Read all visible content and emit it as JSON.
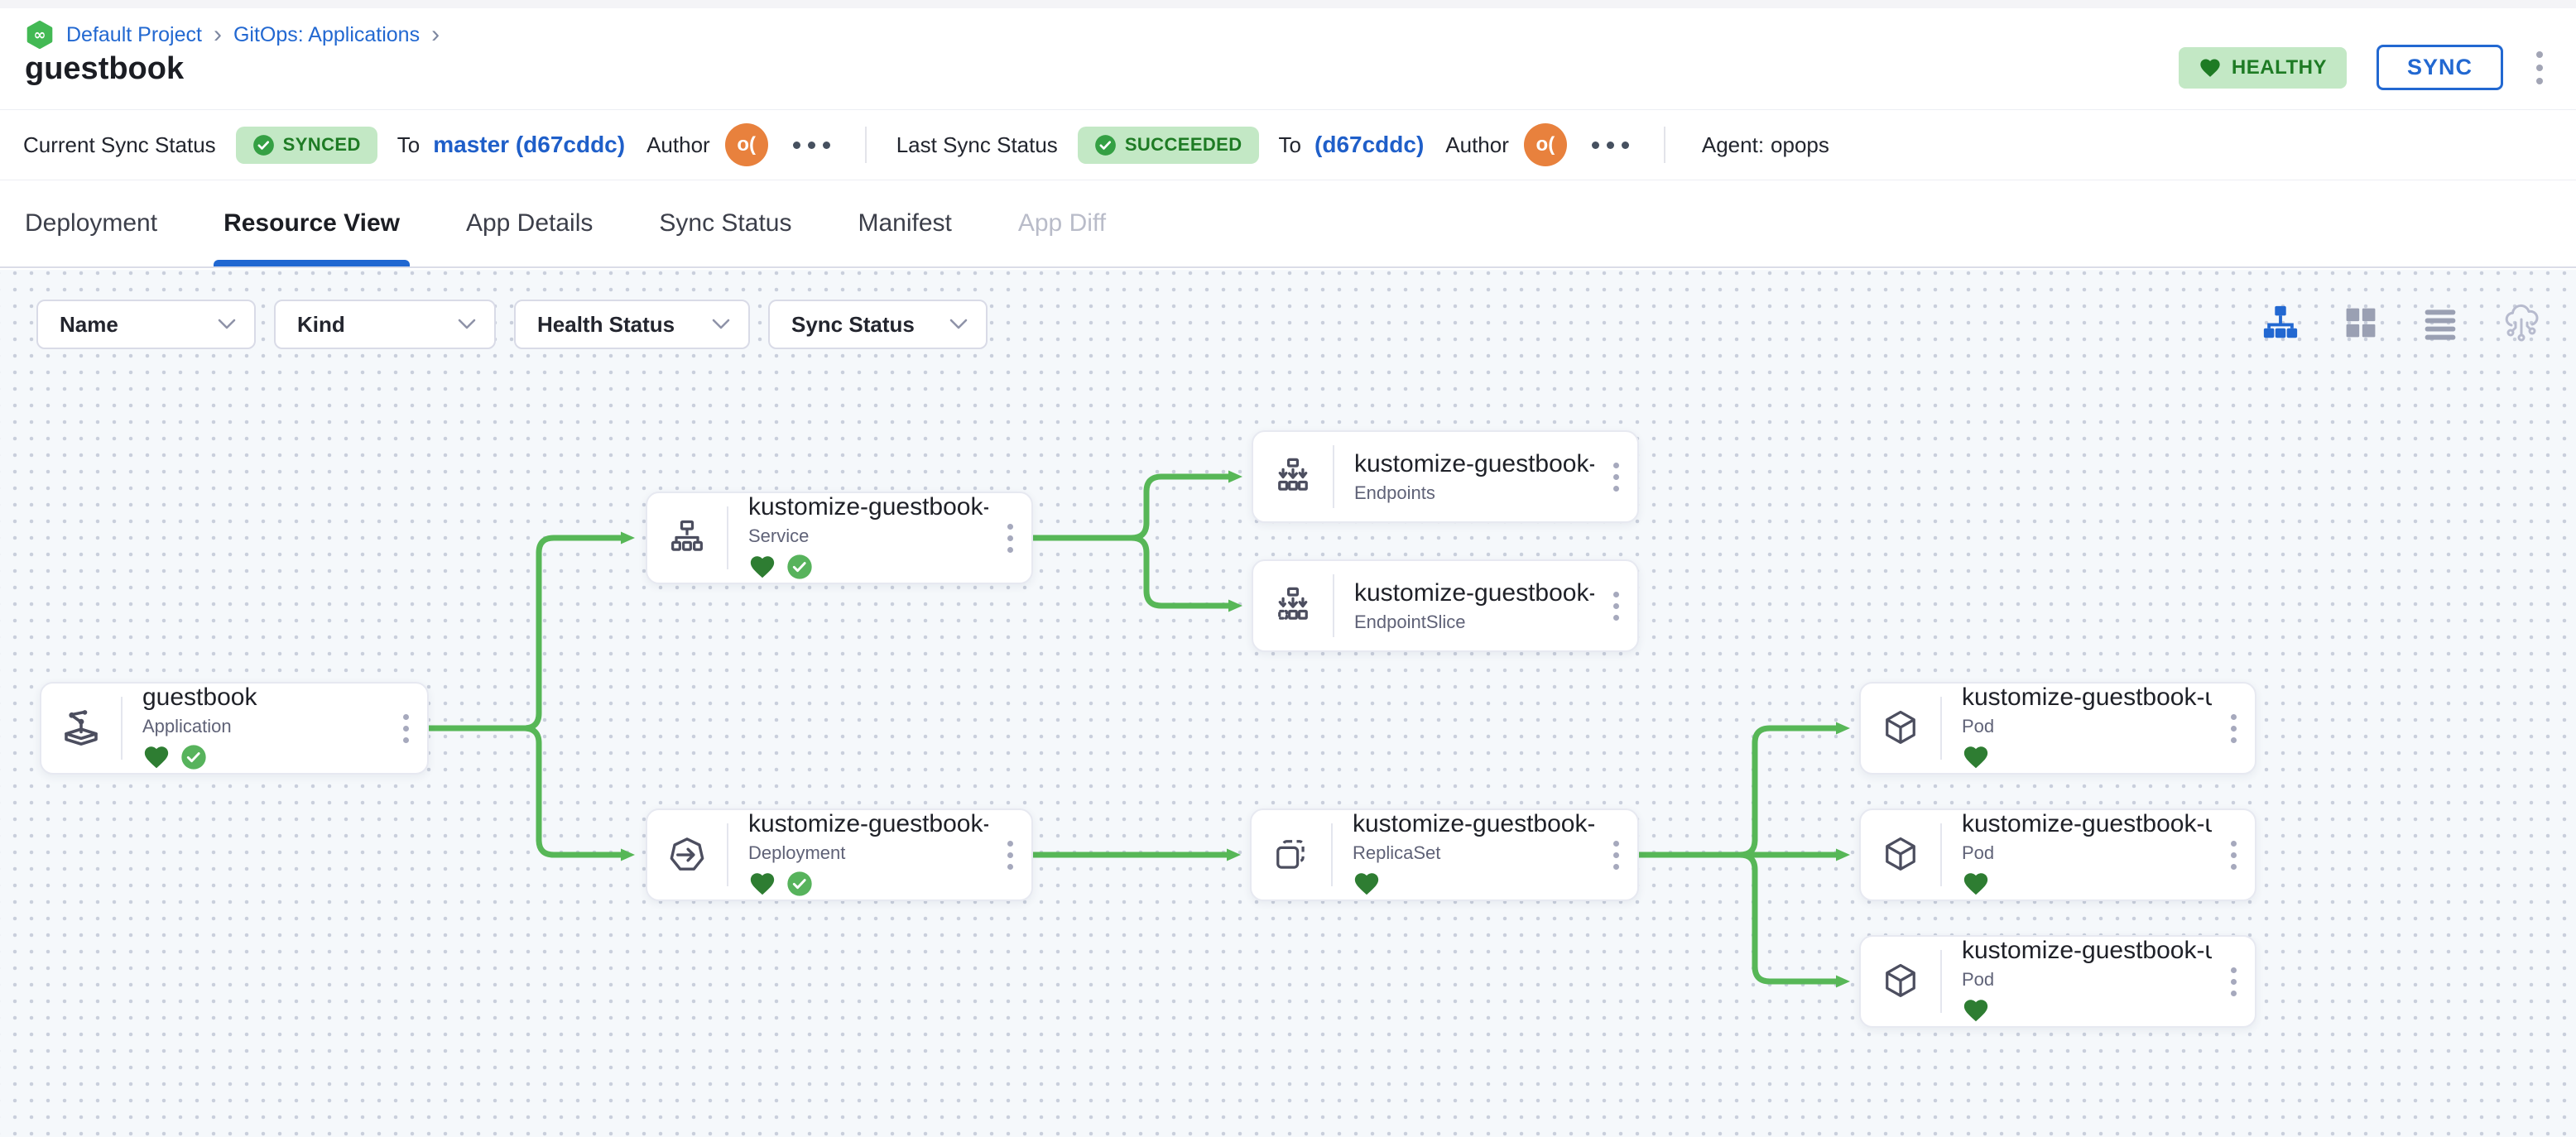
{
  "breadcrumb": {
    "project": "Default Project",
    "section": "GitOps: Applications",
    "separator": "›",
    "project_icon": "infinity-hexagon-icon",
    "infinity_glyph": "∞"
  },
  "header": {
    "title": "guestbook",
    "health_badge": "HEALTHY",
    "sync_button": "SYNC",
    "kebab_icon": "kebab-vertical-icon"
  },
  "statusbar": {
    "current": {
      "label": "Current Sync Status",
      "badge": "SYNCED",
      "to_label": "To",
      "revision": "master (d67cddc)",
      "author_label": "Author",
      "author_initials": "o("
    },
    "last": {
      "label": "Last Sync Status",
      "badge": "SUCCEEDED",
      "to_label": "To",
      "revision": "(d67cddc)",
      "author_label": "Author",
      "author_initials": "o("
    },
    "agent_label": "Agent:",
    "agent_value": "opops"
  },
  "tabs": [
    {
      "label": "Deployment",
      "state": "normal"
    },
    {
      "label": "Resource View",
      "state": "active"
    },
    {
      "label": "App Details",
      "state": "normal"
    },
    {
      "label": "Sync Status",
      "state": "normal"
    },
    {
      "label": "Manifest",
      "state": "normal"
    },
    {
      "label": "App Diff",
      "state": "disabled"
    }
  ],
  "filters": [
    {
      "label": "Name"
    },
    {
      "label": "Kind"
    },
    {
      "label": "Health Status"
    },
    {
      "label": "Sync Status"
    }
  ],
  "view_modes": [
    {
      "icon": "tree-view-icon",
      "active": true
    },
    {
      "icon": "grid-view-icon",
      "active": false
    },
    {
      "icon": "list-view-icon",
      "active": false
    },
    {
      "icon": "cloud-view-icon",
      "active": false
    }
  ],
  "nodes": [
    {
      "name": "guestbook",
      "kind": "Application",
      "statuses": [
        "healthy",
        "synced"
      ],
      "icon": "application-icon"
    },
    {
      "name": "kustomize-guestbook-ui",
      "kind": "Service",
      "statuses": [
        "healthy",
        "synced"
      ],
      "icon": "service-icon"
    },
    {
      "name": "kustomize-guestbook-ui",
      "kind": "Endpoints",
      "statuses": [],
      "icon": "endpoints-icon"
    },
    {
      "name": "kustomize-guestbook-ui-...",
      "kind": "EndpointSlice",
      "statuses": [],
      "icon": "endpointslice-icon"
    },
    {
      "name": "kustomize-guestbook-ui",
      "kind": "Deployment",
      "statuses": [
        "healthy",
        "synced"
      ],
      "icon": "deployment-icon"
    },
    {
      "name": "kustomize-guestbook-ui-...",
      "kind": "ReplicaSet",
      "statuses": [
        "healthy"
      ],
      "icon": "replicaset-icon"
    },
    {
      "name": "kustomize-guestbook-ui-...",
      "kind": "Pod",
      "statuses": [
        "healthy"
      ],
      "icon": "pod-icon"
    },
    {
      "name": "kustomize-guestbook-ui-...",
      "kind": "Pod",
      "statuses": [
        "healthy"
      ],
      "icon": "pod-icon"
    },
    {
      "name": "kustomize-guestbook-ui-...",
      "kind": "Pod",
      "statuses": [
        "healthy"
      ],
      "icon": "pod-icon"
    }
  ],
  "colors": {
    "accent_blue": "#2268d1",
    "link_blue": "#1f5fc9",
    "badge_bg_green": "#c3e8c5",
    "badge_text_green": "#1e7b24",
    "healthy_heart_green": "#2e7d32",
    "synced_check_green": "#57b35c",
    "edge_green": "#57b757",
    "avatar_orange": "#e8813d",
    "canvas_bg": "#f5f8fb",
    "canvas_dot": "#c9cfdc"
  }
}
